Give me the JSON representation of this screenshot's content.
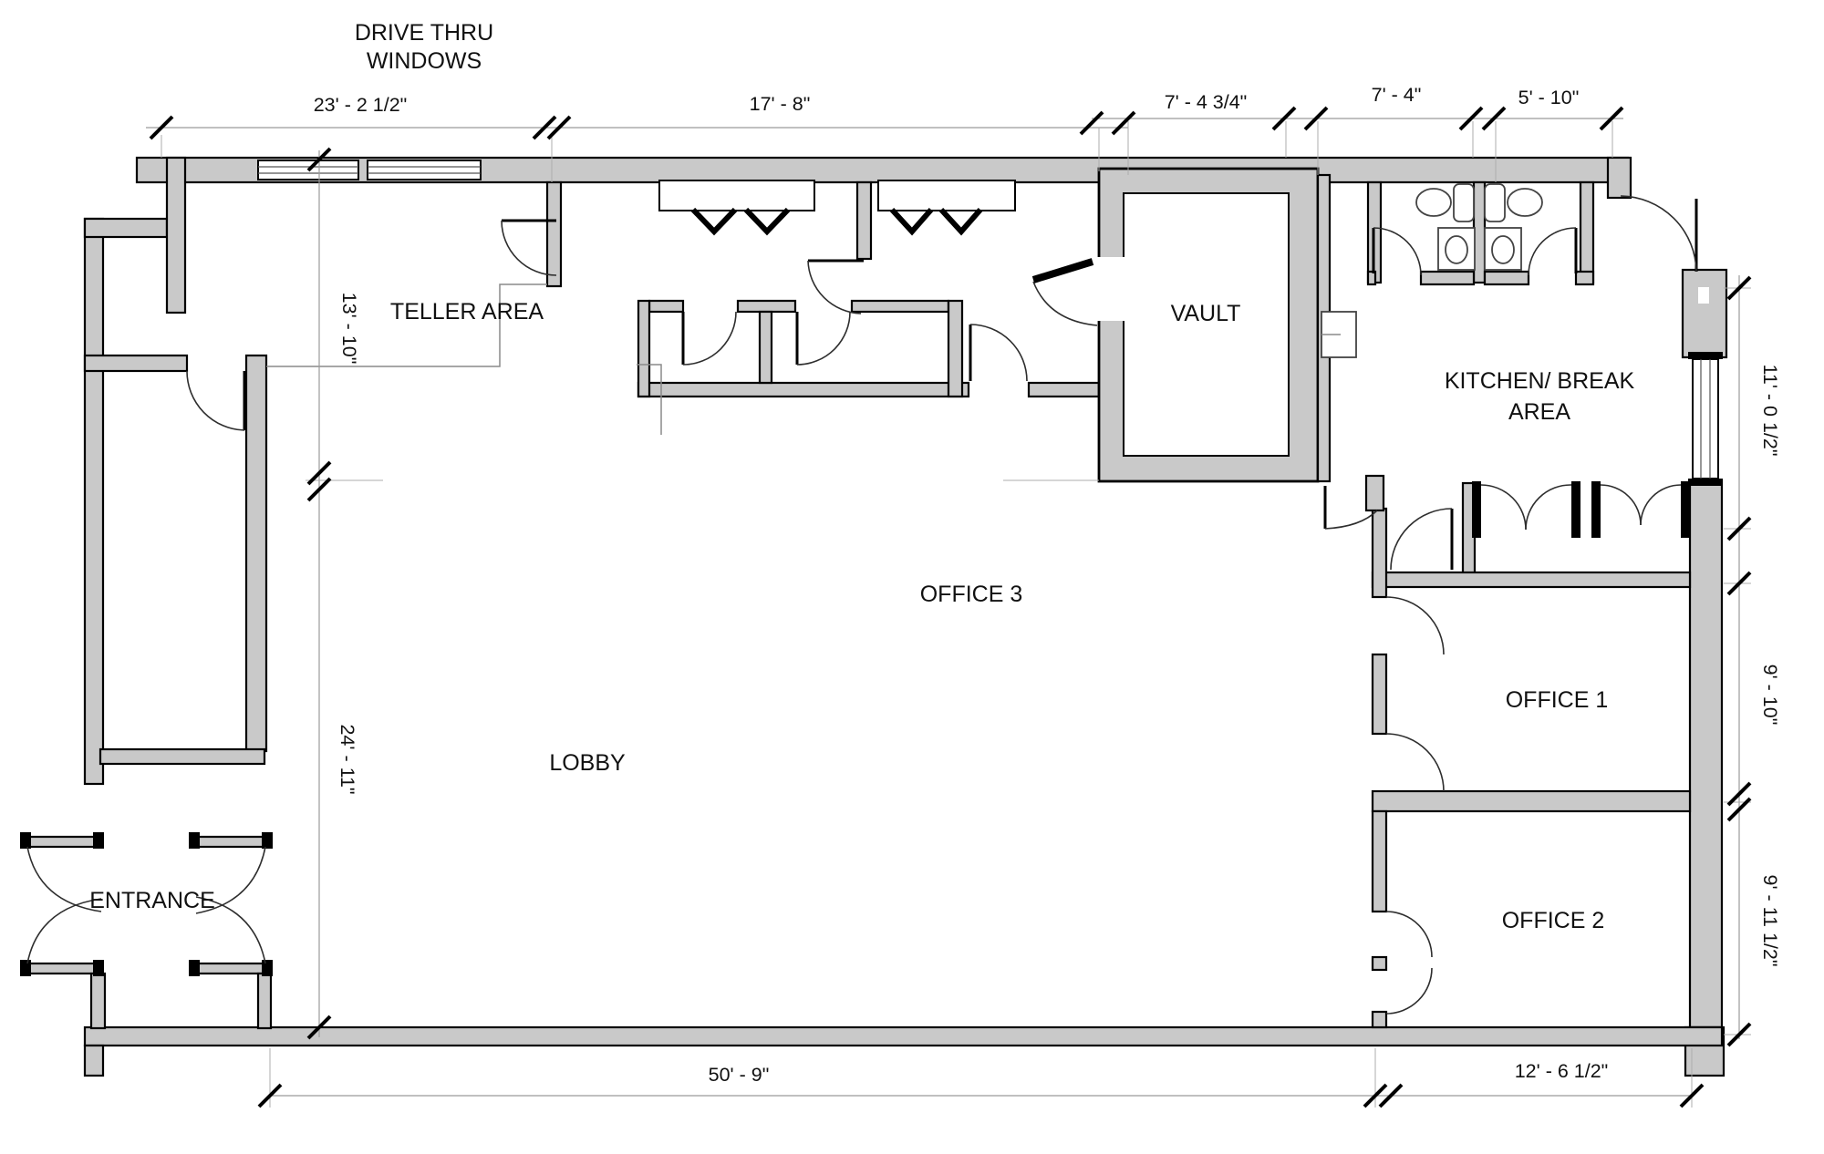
{
  "title": "Bank branch floor plan",
  "annotations": {
    "drive_thru_line1": "DRIVE THRU",
    "drive_thru_line2": "WINDOWS"
  },
  "rooms": {
    "teller": "TELLER AREA",
    "vault": "VAULT",
    "kitchen_line1": "KITCHEN/ BREAK",
    "kitchen_line2": "AREA",
    "office1": "OFFICE 1",
    "office2": "OFFICE 2",
    "office3": "OFFICE 3",
    "lobby": "LOBBY",
    "entrance": "ENTRANCE"
  },
  "dimensions": {
    "top": [
      "23' - 2 1/2\"",
      "17' - 8\"",
      "7' - 4 3/4\"",
      "7' - 4\"",
      "5' - 10\""
    ],
    "left": [
      "13' - 10\"",
      "24' - 11\""
    ],
    "right": [
      "11' - 0 1/2\"",
      "9' - 10\"",
      "9' - 11 1/2\""
    ],
    "bottom": [
      "50' - 9\"",
      "12' - 6 1/2\""
    ]
  },
  "colors": {
    "wall_fill": "#c9c9c9",
    "line": "#000000",
    "background": "#ffffff"
  }
}
